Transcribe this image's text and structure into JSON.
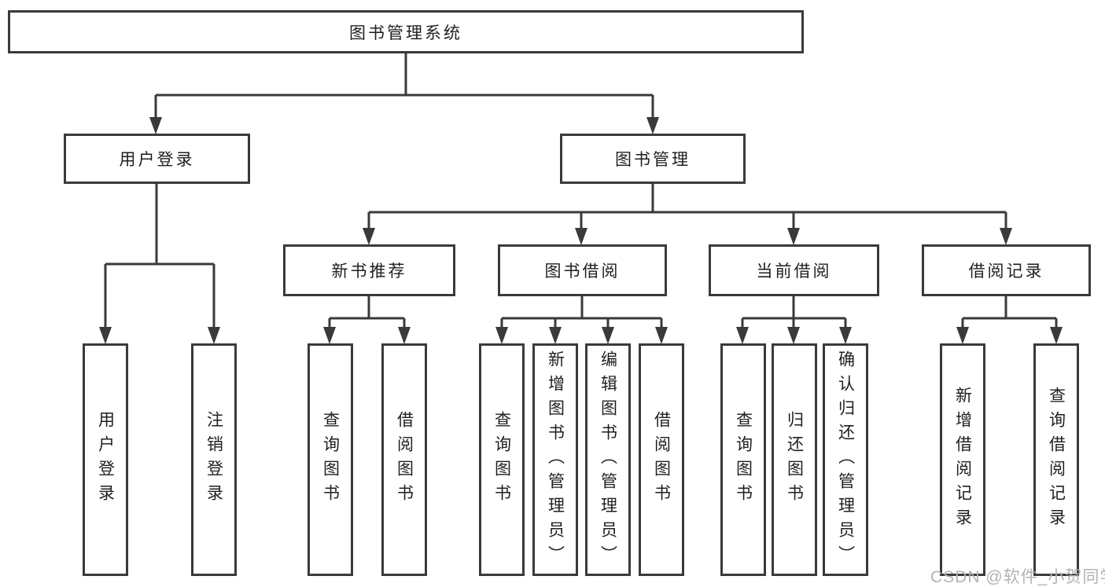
{
  "diagram": {
    "root": "图书管理系统",
    "branches": [
      {
        "label": "用户登录",
        "children": [
          "用户登录",
          "注销登录"
        ]
      },
      {
        "label": "图书管理",
        "groups": [
          {
            "label": "新书推荐",
            "children": [
              "查询图书",
              "借阅图书"
            ]
          },
          {
            "label": "图书借阅",
            "children": [
              "查询图书",
              "新增图书（管理员）",
              "编辑图书（管理员）",
              "借阅图书"
            ]
          },
          {
            "label": "当前借阅",
            "children": [
              "查询图书",
              "归还图书",
              "确认归还（管理员）"
            ]
          },
          {
            "label": "借阅记录",
            "children": [
              "新增借阅记录",
              "查询借阅记录"
            ]
          }
        ]
      }
    ],
    "colors": {
      "line": "#3a3a3a",
      "text": "#1f1f1f",
      "node_fill": "#ffffff",
      "watermark": "#b3b3b3",
      "background": "#ffffff"
    }
  },
  "watermark": "CSDN @软件_小贺同学"
}
